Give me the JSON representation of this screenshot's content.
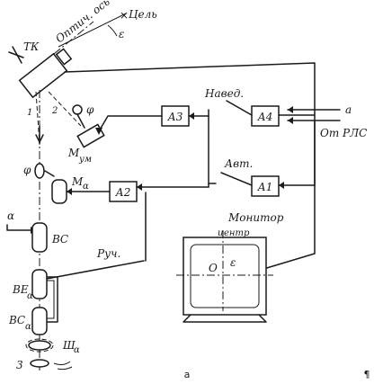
{
  "figure": {
    "caption": "а",
    "page_mark": "¶"
  },
  "top": {
    "tk": "ТК",
    "optic_axis": "Оптич. ось",
    "epsilon": "ε",
    "target": "Цель",
    "line_1": "1",
    "line_2": "2",
    "phi": "φ"
  },
  "blocks": {
    "a1": "А1",
    "a2": "А2",
    "a3": "А3",
    "a4": "А4"
  },
  "switches": {
    "naved": "Навед.",
    "avt": "Авт.",
    "ruch": "Руч."
  },
  "inputs": {
    "a": "а",
    "from_rls": "От РЛС"
  },
  "motors": {
    "m_um": "М",
    "m_um_sub": "ум",
    "phi2": "φ",
    "m_alpha": "М",
    "m_alpha_sub": "α"
  },
  "chain": {
    "alpha_left": "α",
    "vs": "ВС",
    "ve": "ВЕ",
    "ve_sub": "α",
    "vs2": "ВС",
    "vs2_sub": "α",
    "sh": "Ш",
    "sh_sub": "α",
    "three": "3"
  },
  "monitor": {
    "title": "Монитор",
    "center": "центр",
    "o": "О",
    "eps": "ε"
  }
}
